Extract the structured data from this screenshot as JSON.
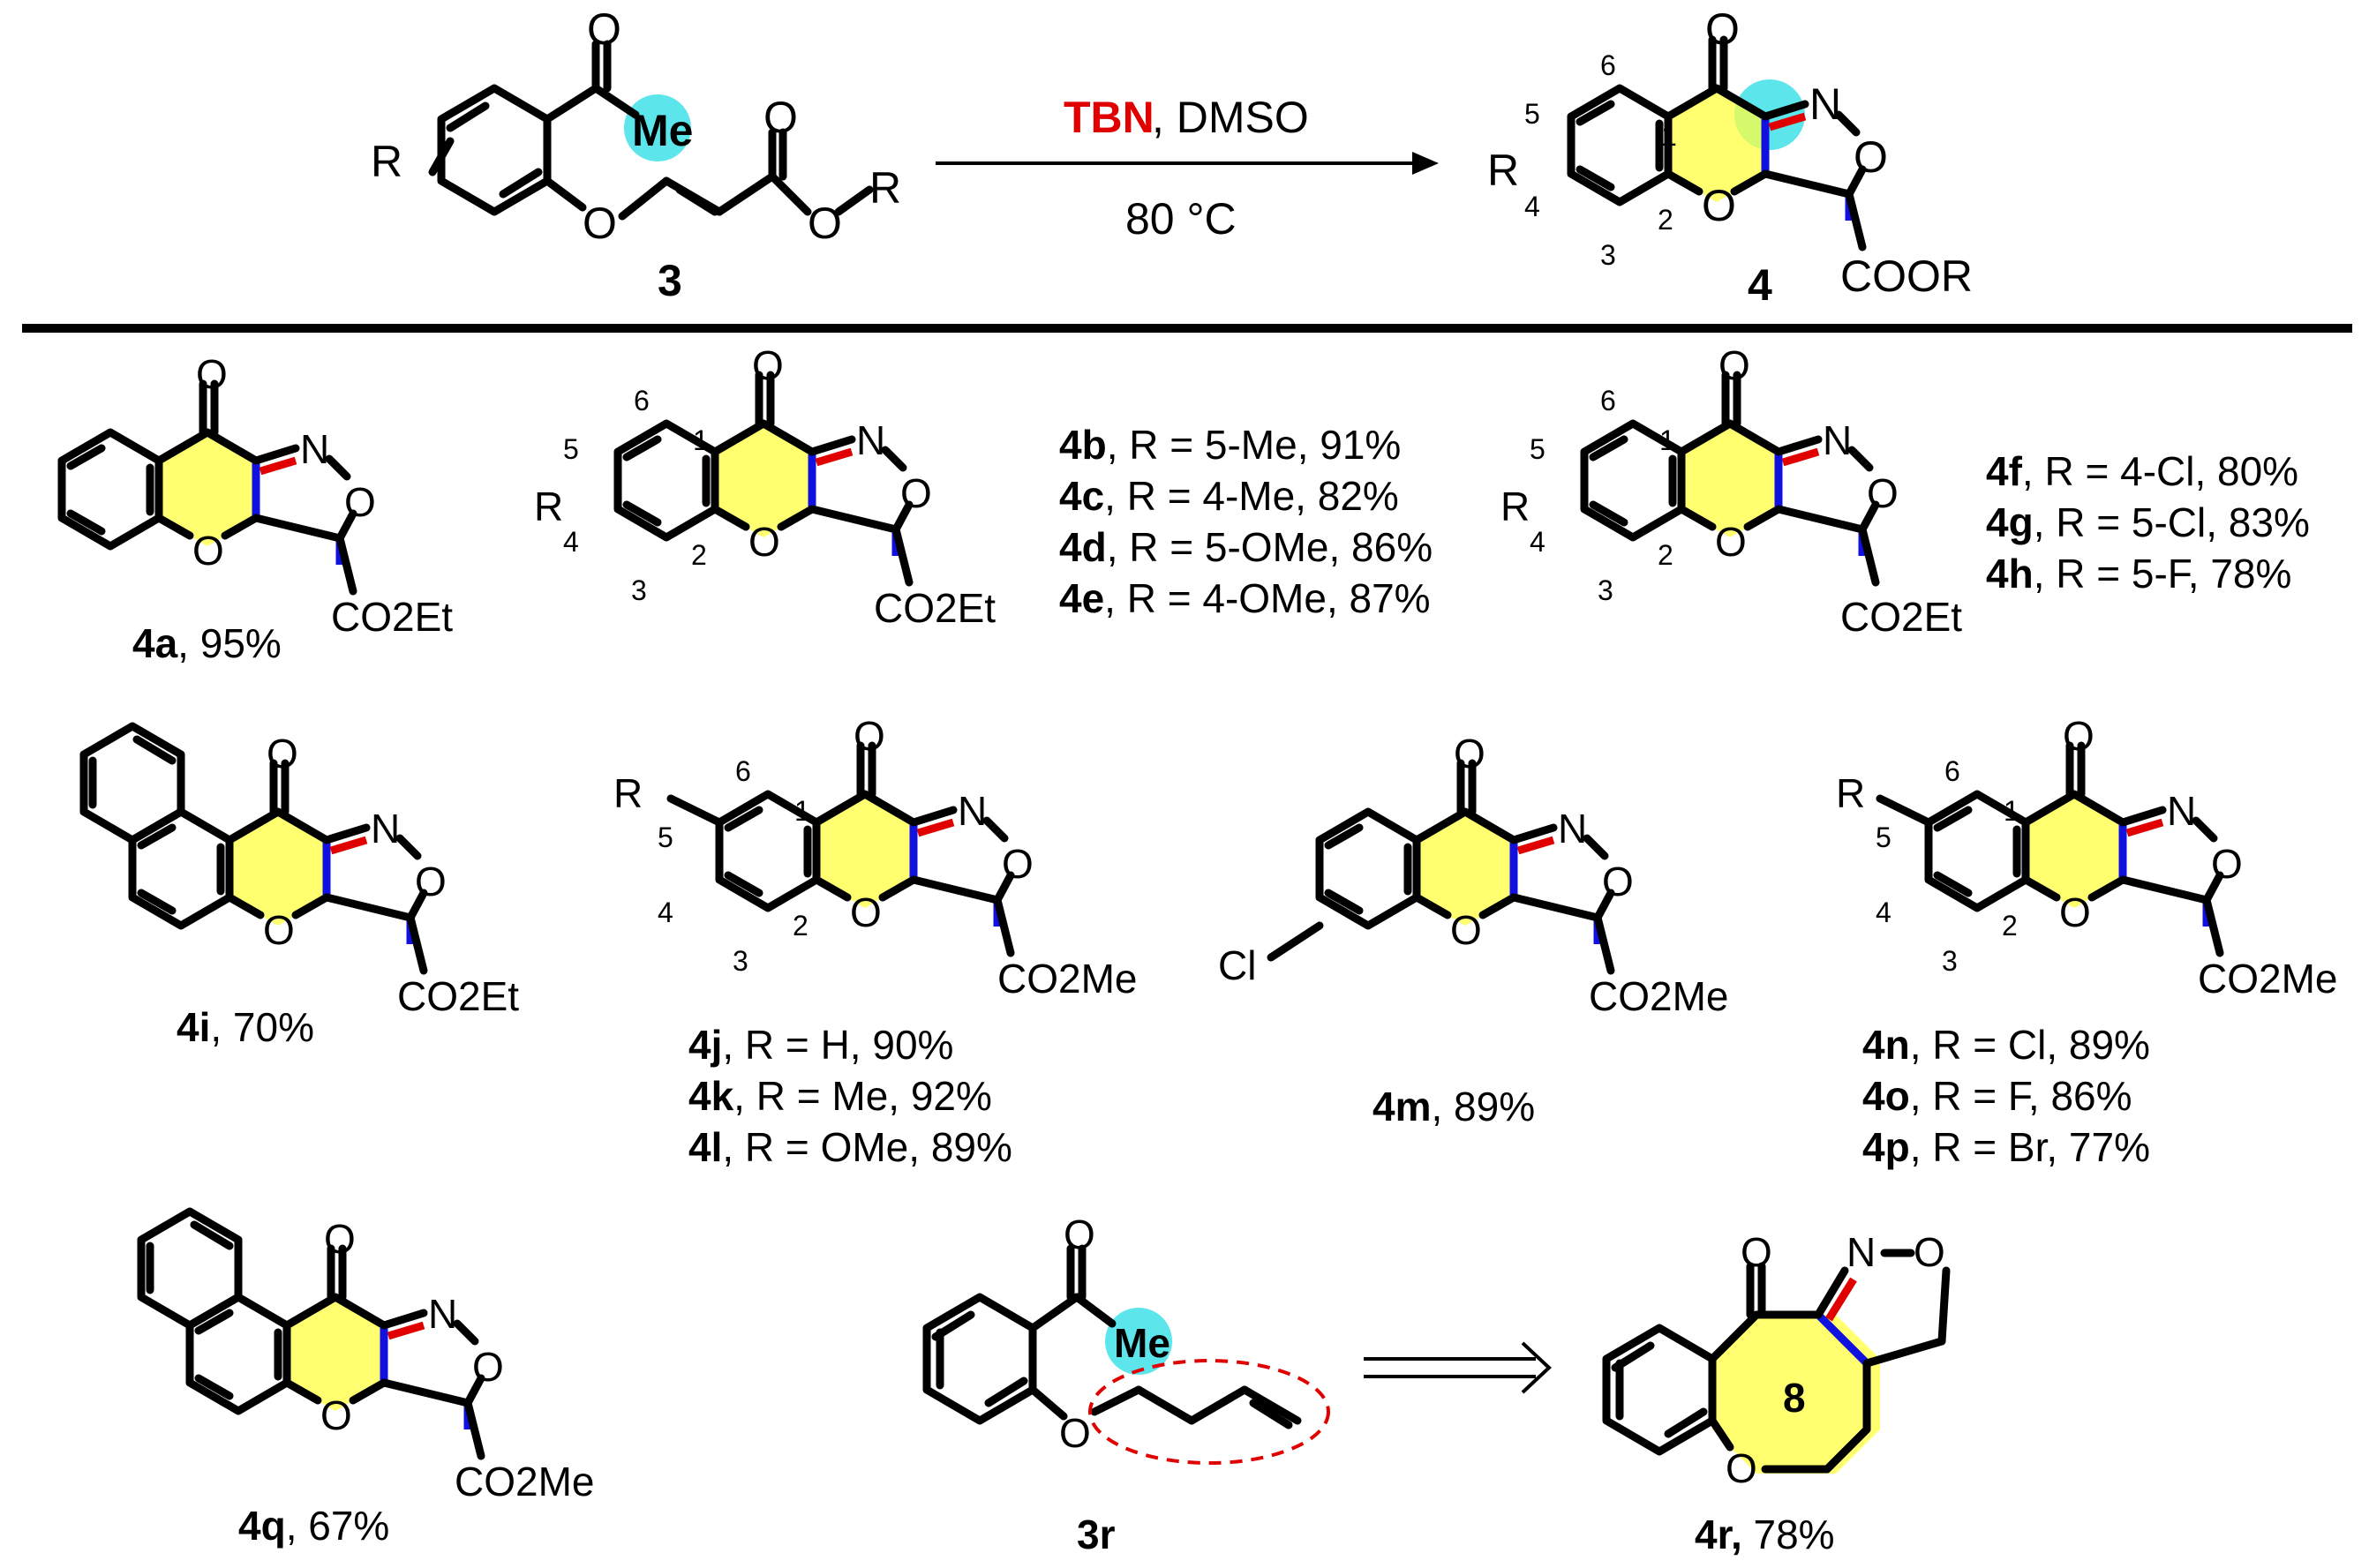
{
  "colors": {
    "reagent_red": "#e00000",
    "bond_blue": "#1010e0",
    "highlight_yellow": "#ffff40",
    "methyl_cyan": "#40e0e8"
  },
  "scheme": {
    "reagent": "TBN",
    "solvent": ", DMSO",
    "temperature": "80 °C",
    "substrate_label": "3",
    "product_label": "4",
    "substituent_R": "R",
    "ester_OR": "O",
    "ester_R": "R",
    "me": "Me",
    "coor": "COOR",
    "oxygen": "O",
    "nitrogen": "N"
  },
  "atoms": {
    "O": "O",
    "N": "N",
    "R": "R",
    "Cl": "Cl",
    "Me": "Me",
    "co2et": "CO2Et",
    "co2me": "CO2Me",
    "eight": "8",
    "pos1": "1",
    "pos2": "2",
    "pos3": "3",
    "pos4": "4",
    "pos5": "5",
    "pos6": "6"
  },
  "entries": {
    "4a": {
      "id": "4a",
      "text": ", 95%"
    },
    "4i": {
      "id": "4i",
      "text": ", 70%"
    },
    "4m": {
      "id": "4m",
      "text": ", 89%"
    },
    "4q": {
      "id": "4q",
      "text": ", 67%"
    },
    "3r": {
      "id": "3r"
    },
    "4r": {
      "id": "4r,",
      "text": " 78%"
    }
  },
  "lists": {
    "b_e": [
      {
        "id": "4b",
        "text": ", R = 5-Me, 91%"
      },
      {
        "id": "4c",
        "text": ", R = 4-Me, 82%"
      },
      {
        "id": "4d",
        "text": ", R = 5-OMe, 86%"
      },
      {
        "id": "4e",
        "text": ", R = 4-OMe, 87%"
      }
    ],
    "f_h": [
      {
        "id": "4f",
        "text": ", R = 4-Cl, 80%"
      },
      {
        "id": "4g",
        "text": ", R = 5-Cl, 83%"
      },
      {
        "id": "4h",
        "text": ", R = 5-F, 78%"
      }
    ],
    "j_l": [
      {
        "id": "4j",
        "text": ", R = H, 90%"
      },
      {
        "id": "4k",
        "text": ", R = Me, 92%"
      },
      {
        "id": "4l",
        "text": ", R = OMe, 89%"
      }
    ],
    "n_p": [
      {
        "id": "4n",
        "text": ", R = Cl, 89%"
      },
      {
        "id": "4o",
        "text": ", R = F, 86%"
      },
      {
        "id": "4p",
        "text": ", R = Br, 77%"
      }
    ]
  }
}
